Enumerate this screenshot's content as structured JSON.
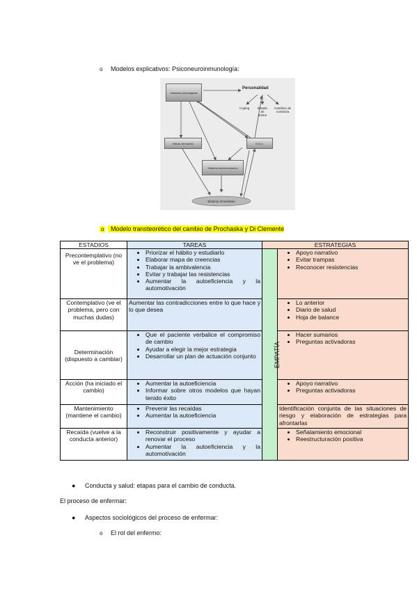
{
  "section1": {
    "bullet": "o",
    "text": "Modelos explicativos: Psiconeuroinmunología:"
  },
  "diagram": {
    "var_psico": "Variables psicológicas",
    "personalidad": "Personalidad",
    "coping": "Coping",
    "estado_animo": "Estado de ánimo",
    "cambios_conducta": "Cambios de conducta",
    "efecto_estres": "Efecto del estrés",
    "snc": "S.N.C.",
    "neuroendocrino": "Sistema neuroendocrino",
    "inmunitario": "Sistema inmunitario"
  },
  "section2": {
    "bullet": "o",
    "text": "Modelo transteorético del cambio de Prochaska y Di Clemente"
  },
  "table": {
    "headers": [
      "ESTADIOS",
      "TAREAS",
      "ESTRATEGIAS"
    ],
    "empatia": "EMPATÍA",
    "rows": [
      {
        "estadio": "Precontemplativo (no ve el problema)",
        "tareas": [
          "Priorizar el hábito y estudiarlo",
          "Elaborar mapa de creencias",
          "Trabajar la ambivalencia",
          "Evitar y trabajar las resistencias",
          "Aumentar la autoeficiencia y la automotivación"
        ],
        "estrategias": [
          "Apoyo narrativo",
          "Evitar trampas",
          "Reconocer resistencias"
        ]
      },
      {
        "estadio": "Contemplativo (ve el problema, pero con muchas dudas)",
        "tareas_text": "Aumentar las contradicciones entre lo que hace y lo que desea",
        "estrategias": [
          "Lo anterior",
          "Diario de salud",
          "Hoja de balance"
        ]
      },
      {
        "estadio": "Determinación (dispuesto a cambiar)",
        "tareas": [
          "Que el paciente verbalice el compromiso de cambio",
          "Ayudar a elegir la mejor estrategia",
          "Desarrollar un plan de actuación conjunto"
        ],
        "estrategias": [
          "Hacer sumarios",
          "Preguntas activadoras"
        ]
      },
      {
        "estadio": "Acción (ha iniciado el cambio)",
        "tareas": [
          "Aumentar la autoeficiencia",
          "Informar sobre otros modelos que hayan tenido éxito"
        ],
        "estrategias": [
          "Apoyo narrativo",
          "Preguntas activadoras"
        ]
      },
      {
        "estadio": "Mantenimiento (mantiene el cambio)",
        "tareas": [
          "Prevenir las recaídas",
          "Aumentar la autoeficiencia"
        ],
        "estrategias_text": "Identificación conjunta de las situaciones de riesgo y elaboración de estrategias para afrontarlas"
      },
      {
        "estadio": "Recaída (vuelve a la conducta anterior)",
        "tareas": [
          "Reconstruir positivamente y ayudar a renovar el proceso",
          "Aumentar la autoeficiencia y la automotivación"
        ],
        "estrategias": [
          "Señalamiento emocional",
          "Reestructuración positiva"
        ]
      }
    ]
  },
  "after": {
    "bullet1": "Conducta y salud: etapas para el cambio de conducta.",
    "heading": "El proceso de enfermar:",
    "bullet2": "Aspectos sociológicos del proceso de enfermar:",
    "sub_bullet": "o",
    "sub": "El rol del enfermo:"
  }
}
